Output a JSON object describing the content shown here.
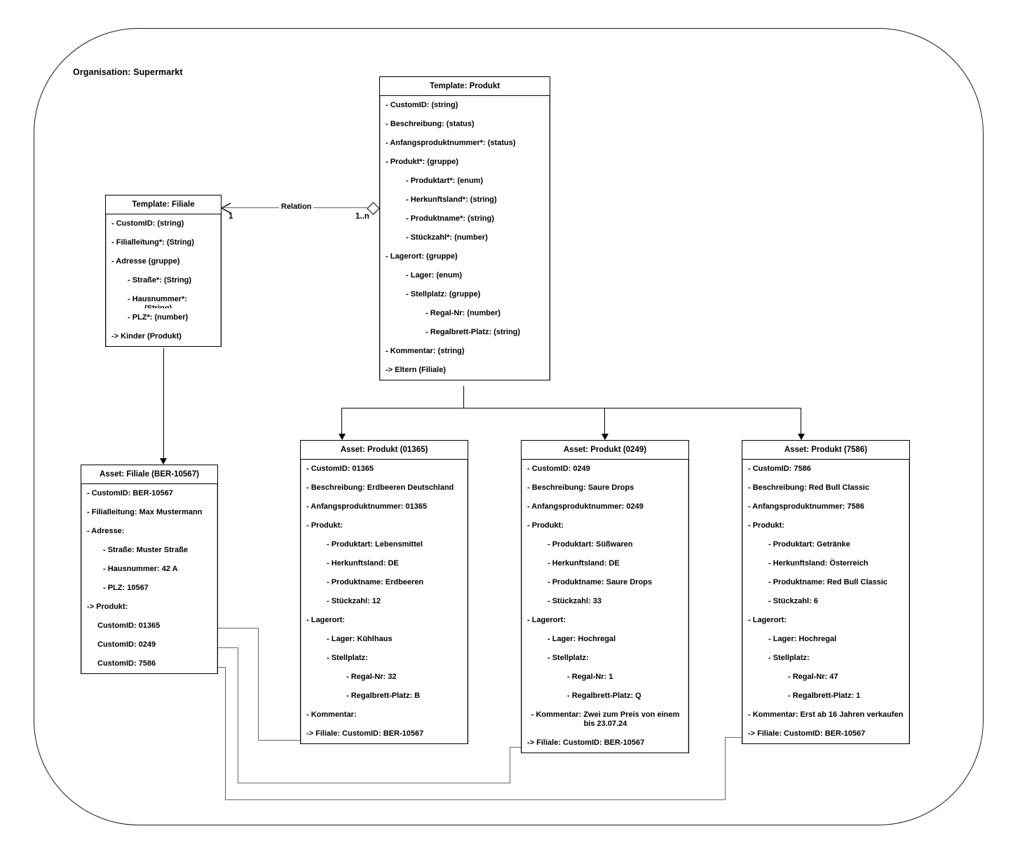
{
  "organisation": {
    "label": "Organisation: Supermarkt"
  },
  "relation": {
    "label": "Relation",
    "source_multiplicity": "1",
    "target_multiplicity": "1..n"
  },
  "boxes": {
    "template_filiale": {
      "header": "Template:  Filiale",
      "rows": [
        "- CustomID: (string)",
        "- Filialleitung*: (String)",
        "- Adresse (gruppe)",
        "- Straße*: (String)",
        "- Hausnummer*: (String)",
        "- PLZ*: (number)",
        "-> Kinder (Produkt)"
      ]
    },
    "template_produkt": {
      "header": "Template:  Produkt",
      "rows": [
        "- CustomID: (string)",
        "- Beschreibung: (status)",
        "- Anfangsproduktnummer*: (status)",
        "- Produkt*: (gruppe)",
        "- Produktart*: (enum)",
        "- Herkunftsland*: (string)",
        "- Produktname*: (string)",
        "- Stückzahl*: (number)",
        "- Lagerort: (gruppe)",
        "- Lager: (enum)",
        "- Stellplatz: (gruppe)",
        "- Regal-Nr: (number)",
        "- Regalbrett-Platz: (string)",
        "- Kommentar: (string)",
        "-> Eltern (Filiale)"
      ]
    },
    "asset_filiale": {
      "header": "Asset:  Filiale (BER-10567)",
      "rows": [
        "- CustomID: BER-10567",
        "- Filialleitung: Max Mustermann",
        "- Adresse:",
        "- Straße: Muster Straße",
        "- Hausnummer: 42 A",
        "- PLZ: 10567",
        "-> Produkt:",
        "CustomID: 01365",
        "CustomID: 0249",
        "CustomID: 7586"
      ]
    },
    "asset_produkt_01365": {
      "header": "Asset:  Produkt (01365)",
      "rows": [
        "- CustomID:  01365",
        "- Beschreibung: Erdbeeren Deutschland",
        "- Anfangsproduktnummer: 01365",
        "- Produkt:",
        "- Produktart: Lebensmittel",
        "- Herkunftsland: DE",
        "- Produktname: Erdbeeren",
        "- Stückzahl: 12",
        "- Lagerort:",
        "- Lager: Kühlhaus",
        "- Stellplatz:",
        "- Regal-Nr: 32",
        "- Regalbrett-Platz: B",
        "- Kommentar:",
        "-> Filiale: CustomID: BER-10567"
      ]
    },
    "asset_produkt_0249": {
      "header": "Asset:  Produkt (0249)",
      "rows": [
        "- CustomID:  0249",
        "- Beschreibung: Saure Drops",
        "- Anfangsproduktnummer: 0249",
        "- Produkt:",
        "- Produktart: Süßwaren",
        "- Herkunftsland: DE",
        "- Produktname:  Saure Drops",
        "- Stückzahl: 33",
        "- Lagerort:",
        "- Lager: Hochregal",
        "- Stellplatz:",
        "- Regal-Nr: 1",
        "- Regalbrett-Platz: Q",
        "- Kommentar: Zwei zum Preis von einem bis 23.07.24",
        "-> Filiale: CustomID: BER-10567"
      ]
    },
    "asset_produkt_7586": {
      "header": "Asset:  Produkt (7586)",
      "rows": [
        "- CustomID:  7586",
        "- Beschreibung: Red Bull Classic",
        "- Anfangsproduktnummer: 7586",
        "- Produkt:",
        "- Produktart: Getränke",
        "- Herkunftsland: Österreich",
        "- Produktname:  Red Bull Classic",
        "- Stückzahl: 6",
        "- Lagerort:",
        "- Lager: Hochregal",
        "- Stellplatz:",
        "- Regal-Nr: 47",
        "- Regalbrett-Platz: 1",
        "- Kommentar: Erst ab 16 Jahren verkaufen",
        "-> Filiale: CustomID: BER-10567"
      ]
    }
  },
  "colors": {
    "line": "#000000",
    "faint_separator": "#b9b9b9",
    "background": "#ffffff"
  }
}
